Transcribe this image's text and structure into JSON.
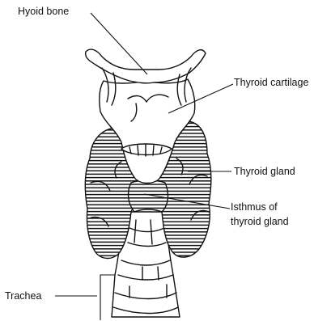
{
  "labels": {
    "hyoid_bone": "Hyoid bone",
    "thyroid_cartilage": "Thyroid cartilage",
    "thyroid_gland": "Thyroid gland",
    "isthmus_line1": "Isthmus of",
    "isthmus_line2": "thyroid gland",
    "trachea": "Trachea"
  },
  "colors": {
    "ink": "#111111",
    "background": "#ffffff"
  }
}
